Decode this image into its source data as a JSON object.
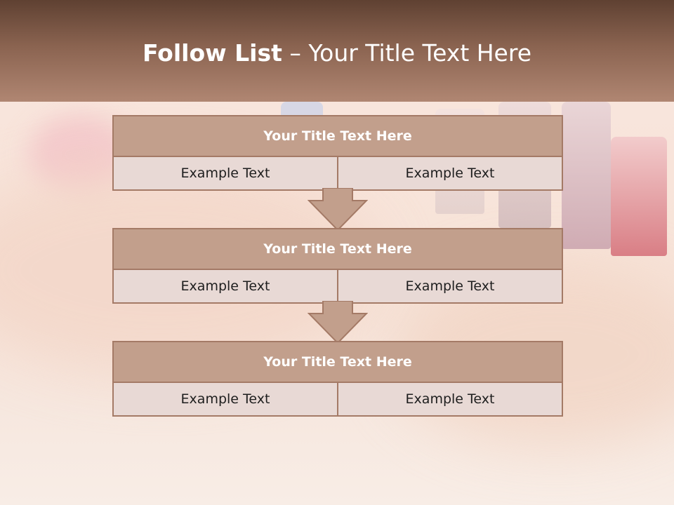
{
  "header": {
    "title_bold": "Follow List",
    "title_rest": "– Your Title Text Here"
  },
  "steps": [
    {
      "title": "Your Title Text Here",
      "left": "Example Text",
      "right": "Example Text"
    },
    {
      "title": "Your Title Text Here",
      "left": "Example Text",
      "right": "Example Text"
    },
    {
      "title": "Your Title Text Here",
      "left": "Example Text",
      "right": "Example Text"
    }
  ],
  "colors": {
    "header_dark": "#5f4132",
    "header_light": "#b08672",
    "box_title": "#c29f8c",
    "box_cell": "#e8d9d5",
    "border": "#a47a66"
  }
}
